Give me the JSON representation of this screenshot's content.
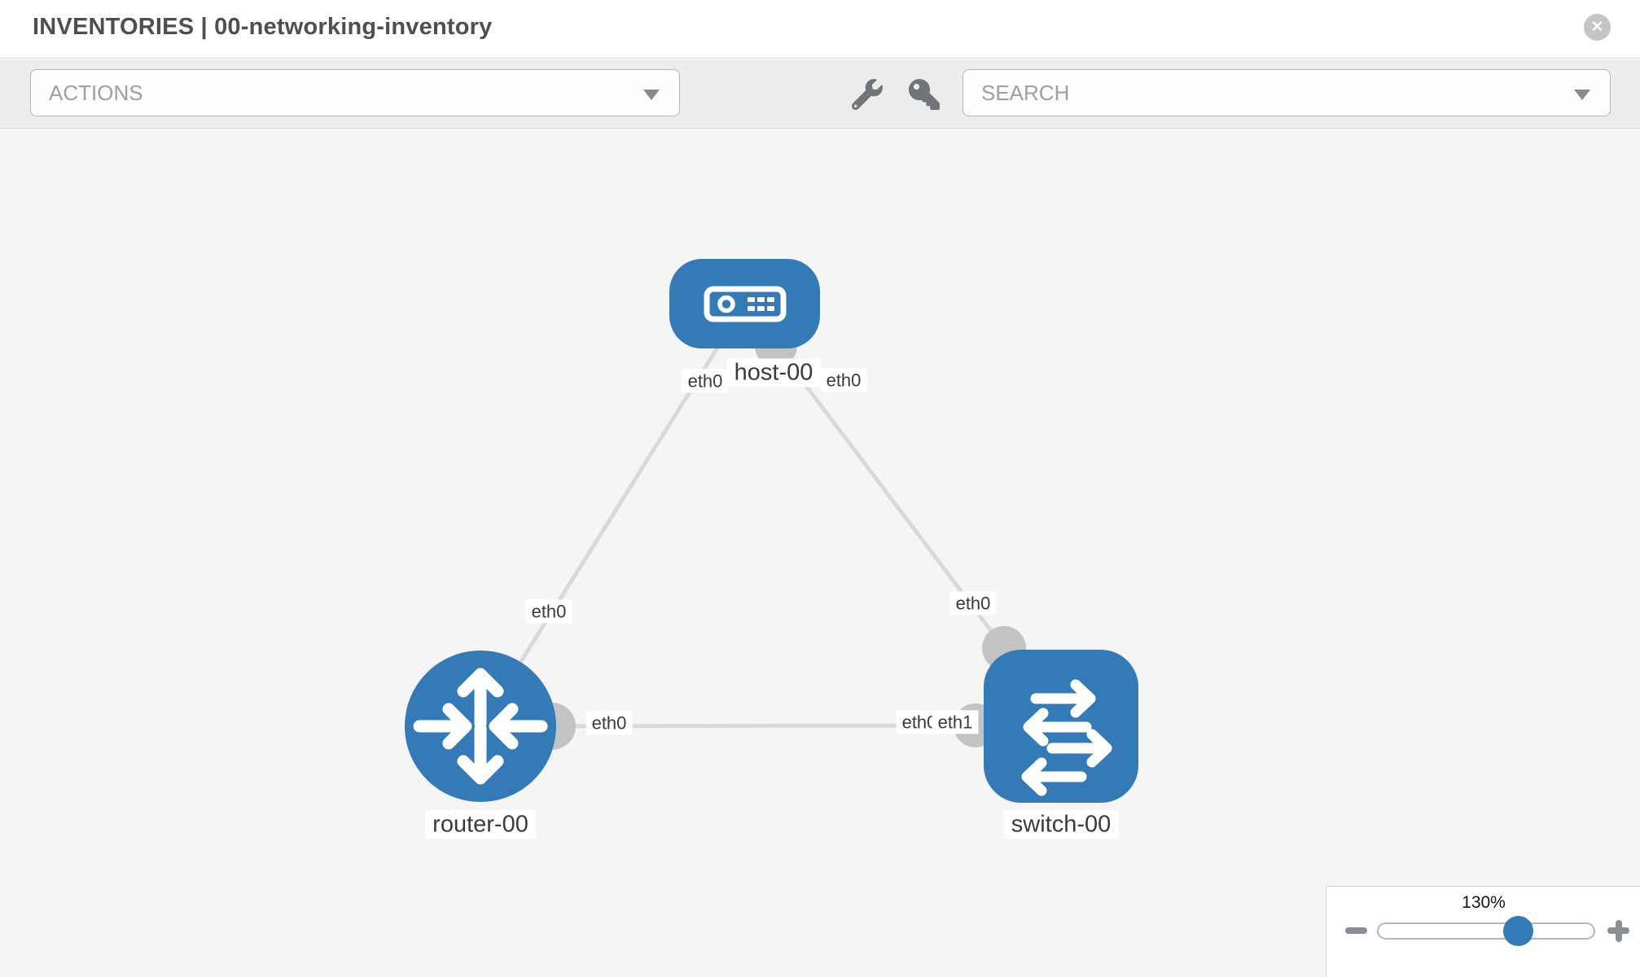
{
  "header": {
    "title": "INVENTORIES | 00-networking-inventory"
  },
  "icons": {
    "close": "✕",
    "wrench": "wrench-icon",
    "key": "key-icon"
  },
  "toolbar": {
    "actions_label": "ACTIONS",
    "search_placeholder": "SEARCH"
  },
  "topology": {
    "nodes": {
      "host": {
        "label": "host-00",
        "type": "host"
      },
      "router": {
        "label": "router-00",
        "type": "router"
      },
      "switch": {
        "label": "switch-00",
        "type": "switch"
      }
    },
    "interfaces": {
      "host_to_router": "eth0",
      "host_to_switch": "eth0",
      "router_to_host": "eth0",
      "router_to_switch": "eth0",
      "switch_to_host": "eth0",
      "switch_back": "eth0",
      "switch_front": "eth1"
    },
    "links": [
      {
        "from": "host-00",
        "to": "router-00"
      },
      {
        "from": "host-00",
        "to": "switch-00"
      },
      {
        "from": "router-00",
        "to": "switch-00"
      }
    ]
  },
  "zoom_control": {
    "level": "130%"
  },
  "colors": {
    "node_blue": "#337ab7",
    "link_gray": "#d9d9d9",
    "connector_gray": "#c3c3c3",
    "canvas_bg": "#f5f5f5",
    "toolbar_bg": "#ececec"
  }
}
